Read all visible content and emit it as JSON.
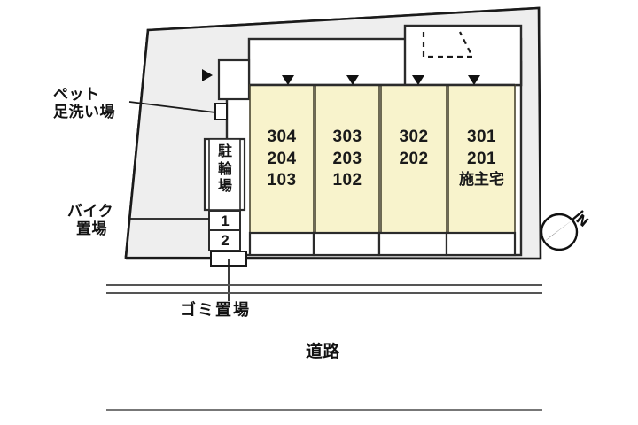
{
  "diagram": {
    "type": "property-site-plan",
    "title_visible": false,
    "colors": {
      "unit_fill": "#f8f3cc",
      "lot_fill": "#eeeeee",
      "outline": "#1a1a1a",
      "balcony_fill": "#ffffff",
      "road_line": "#555555",
      "background": "#ffffff"
    }
  },
  "building": {
    "units": [
      {
        "id": "col-4",
        "lines": [
          "304",
          "204",
          "103"
        ]
      },
      {
        "id": "col-3",
        "lines": [
          "303",
          "203",
          "102"
        ]
      },
      {
        "id": "col-2",
        "lines": [
          "302",
          "202"
        ]
      },
      {
        "id": "col-1",
        "lines": [
          "301",
          "201",
          "施主宅"
        ]
      }
    ],
    "entrance_marker_icon": "down-triangle-icon",
    "entrance_marker_count": 4,
    "approach_marker_icon": "right-triangle-icon",
    "stairs_marker": "dashed-stair-outline"
  },
  "facilities": {
    "pet_wash": {
      "label_line1": "ペット",
      "label_line2": "足洗い場"
    },
    "bike_park": {
      "label_line1": "バイク",
      "label_line2": "置場",
      "slots": [
        "1",
        "2"
      ]
    },
    "bicycle_park": {
      "label_chars": [
        "駐",
        "輪",
        "場"
      ]
    },
    "garbage": {
      "label": "ゴミ置場"
    }
  },
  "road": {
    "label": "道路"
  },
  "compass": {
    "label": "N",
    "icon": "compass-north-icon"
  }
}
